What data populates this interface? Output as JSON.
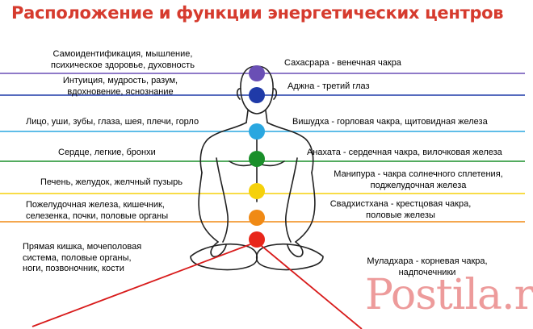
{
  "title": "Расположение и функции энергетических центров",
  "watermark": "Postila.ru",
  "colors": {
    "title": "#d63b2e",
    "violet": "#6a4fb5",
    "indigo": "#1f3aa8",
    "blue": "#2aa7e0",
    "green": "#1a8f2a",
    "yellow": "#f5d10a",
    "orange": "#f08a15",
    "red": "#e8261a"
  },
  "left_labels": [
    "Самоидентификация, мышление,\nпсихическое здоровье, духовность",
    "Интуиция, мудрость, разум,\nвдохновение, яснознание",
    "Лицо, уши, зубы, глаза, шея, плечи, горло",
    "Сердце, легкие, бронхи",
    "Печень, желудок, желчный пузырь",
    "Пожелудочная железа, кишечник,\nселезенка, почки, половые органы",
    "Прямая кишка, мочеполовая\nсистема, половые органы,\nноги, позвоночник, кости"
  ],
  "right_labels": [
    "Сахасрара -  венечная чакра",
    "Аджна - третий глаз",
    "Вишудха - горловая чакра, щитовидная железа",
    "Анахата - сердечная чакра, вилочковая железа",
    "Манипура - чакра солнечного сплетения,\nподжелудочная железа",
    "Свадхистхана - крестцовая чакра,\nполовые железы",
    "Муладхара - корневая чакра,\nнадпочечники"
  ]
}
